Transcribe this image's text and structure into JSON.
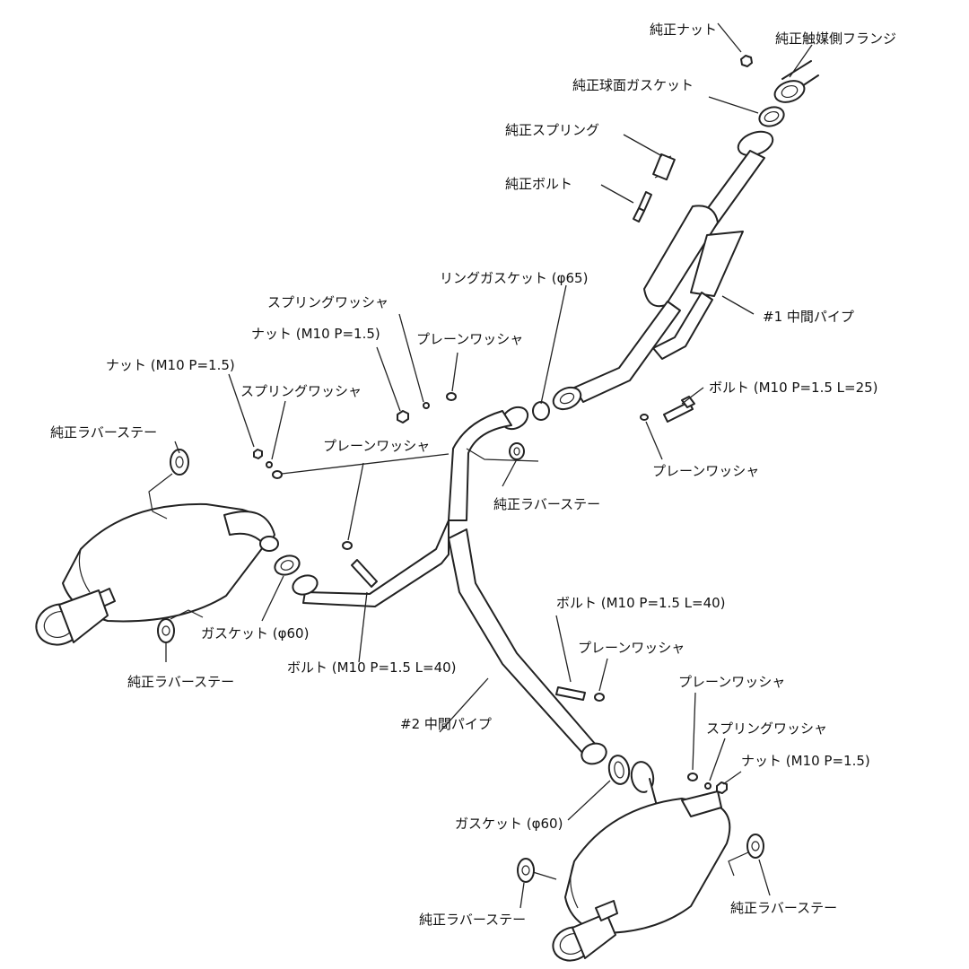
{
  "diagram": {
    "colors": {
      "line": "#222222",
      "background": "#ffffff",
      "text": "#111111"
    },
    "labels": {
      "oem_nut": "純正ナット",
      "oem_cat_flange": "純正触媒側フランジ",
      "oem_spherical_gasket": "純正球面ガスケット",
      "oem_spring": "純正スプリング",
      "oem_bolt": "純正ボルト",
      "ring_gasket": "リングガスケット (φ65)",
      "spring_washer_1": "スプリングワッシャ",
      "nut_1": "ナット (M10 P=1.5)",
      "plain_washer_1": "プレーンワッシャ",
      "mid_pipe_1": "#1 中間パイプ",
      "nut_2": "ナット (M10 P=1.5)",
      "spring_washer_2": "スプリングワッシャ",
      "bolt_1": "ボルト (M10 P=1.5 L=25)",
      "oem_rubber_stay_1": "純正ラバーステー",
      "plain_washer_2": "プレーンワッシャ",
      "plain_washer_3": "プレーンワッシャ",
      "oem_rubber_stay_2": "純正ラバーステー",
      "bolt_2": "ボルト (M10 P=1.5 L=40)",
      "plain_washer_4": "プレーンワッシャ",
      "gasket_1": "ガスケット (φ60)",
      "bolt_3": "ボルト (M10 P=1.5 L=40)",
      "oem_rubber_stay_3": "純正ラバーステー",
      "plain_washer_5": "プレーンワッシャ",
      "mid_pipe_2": "#2 中間パイプ",
      "spring_washer_3": "スプリングワッシャ",
      "nut_3": "ナット (M10 P=1.5)",
      "gasket_2": "ガスケット (φ60)",
      "oem_rubber_stay_4": "純正ラバーステー",
      "oem_rubber_stay_5": "純正ラバーステー"
    }
  }
}
